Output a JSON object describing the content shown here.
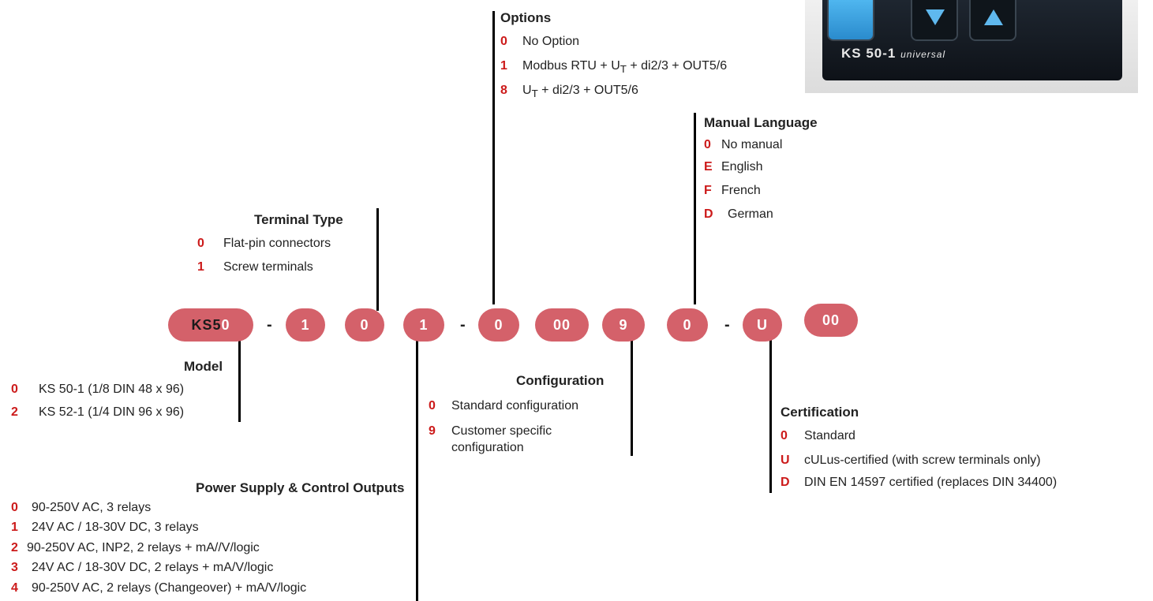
{
  "device": {
    "model_label": "KS 50-1",
    "sub_label": "universal"
  },
  "code": {
    "prefix": "KS5",
    "model": "0",
    "dash1": "-",
    "c2": "1",
    "c3": "0",
    "c4": "1",
    "dash2": "-",
    "c5": "0",
    "c6": "00",
    "c7": "9",
    "c8": "0",
    "dash3": "-",
    "c9": "U",
    "c10": "00"
  },
  "options": {
    "title": "Options",
    "items": [
      {
        "code": "0",
        "text": "No Option"
      },
      {
        "code": "1",
        "text_a": "Modbus RTU + U",
        "sub": "T",
        "text_b": " + di2/3 + OUT5/6"
      },
      {
        "code": "8",
        "text_a": "U",
        "sub": "T",
        "text_b": " + di2/3 + OUT5/6"
      }
    ]
  },
  "manual_language": {
    "title": "Manual Language",
    "items": [
      {
        "code": "0",
        "text": "No manual"
      },
      {
        "code": "E",
        "text": "English"
      },
      {
        "code": "F",
        "text": "French"
      },
      {
        "code": "D",
        "text": "German"
      }
    ]
  },
  "terminal_type": {
    "title": "Terminal Type",
    "items": [
      {
        "code": "0",
        "text": "Flat-pin connectors"
      },
      {
        "code": "1",
        "text": "Screw terminals"
      }
    ]
  },
  "model": {
    "title": "Model",
    "items": [
      {
        "code": "0",
        "text": "KS 50-1 (1/8 DIN 48 x 96)"
      },
      {
        "code": "2",
        "text": "KS 52-1 (1/4 DIN 96 x 96)"
      }
    ]
  },
  "configuration": {
    "title": "Configuration",
    "items": [
      {
        "code": "0",
        "text": "Standard configuration"
      },
      {
        "code": "9",
        "text": "Customer specific",
        "text2": "configuration"
      }
    ]
  },
  "certification": {
    "title": "Certification",
    "items": [
      {
        "code": "0",
        "text": "Standard"
      },
      {
        "code": "U",
        "text": "cULus-certified (with screw terminals only)"
      },
      {
        "code": "D",
        "text": "DIN EN 14597 certified (replaces DIN 34400)"
      }
    ]
  },
  "power_supply": {
    "title": "Power Supply & Control Outputs",
    "items": [
      {
        "code": "0",
        "text": "90-250V AC, 3 relays"
      },
      {
        "code": "1",
        "text": "24V AC / 18-30V DC, 3 relays"
      },
      {
        "code": "2",
        "text": "90-250V AC, INP2, 2 relays + mA//V/logic"
      },
      {
        "code": "3",
        "text": "24V AC / 18-30V DC, 2 relays + mA/V/logic"
      },
      {
        "code": "4",
        "text": "90-250V AC, 2 relays (Changeover) + mA/V/logic"
      }
    ]
  }
}
